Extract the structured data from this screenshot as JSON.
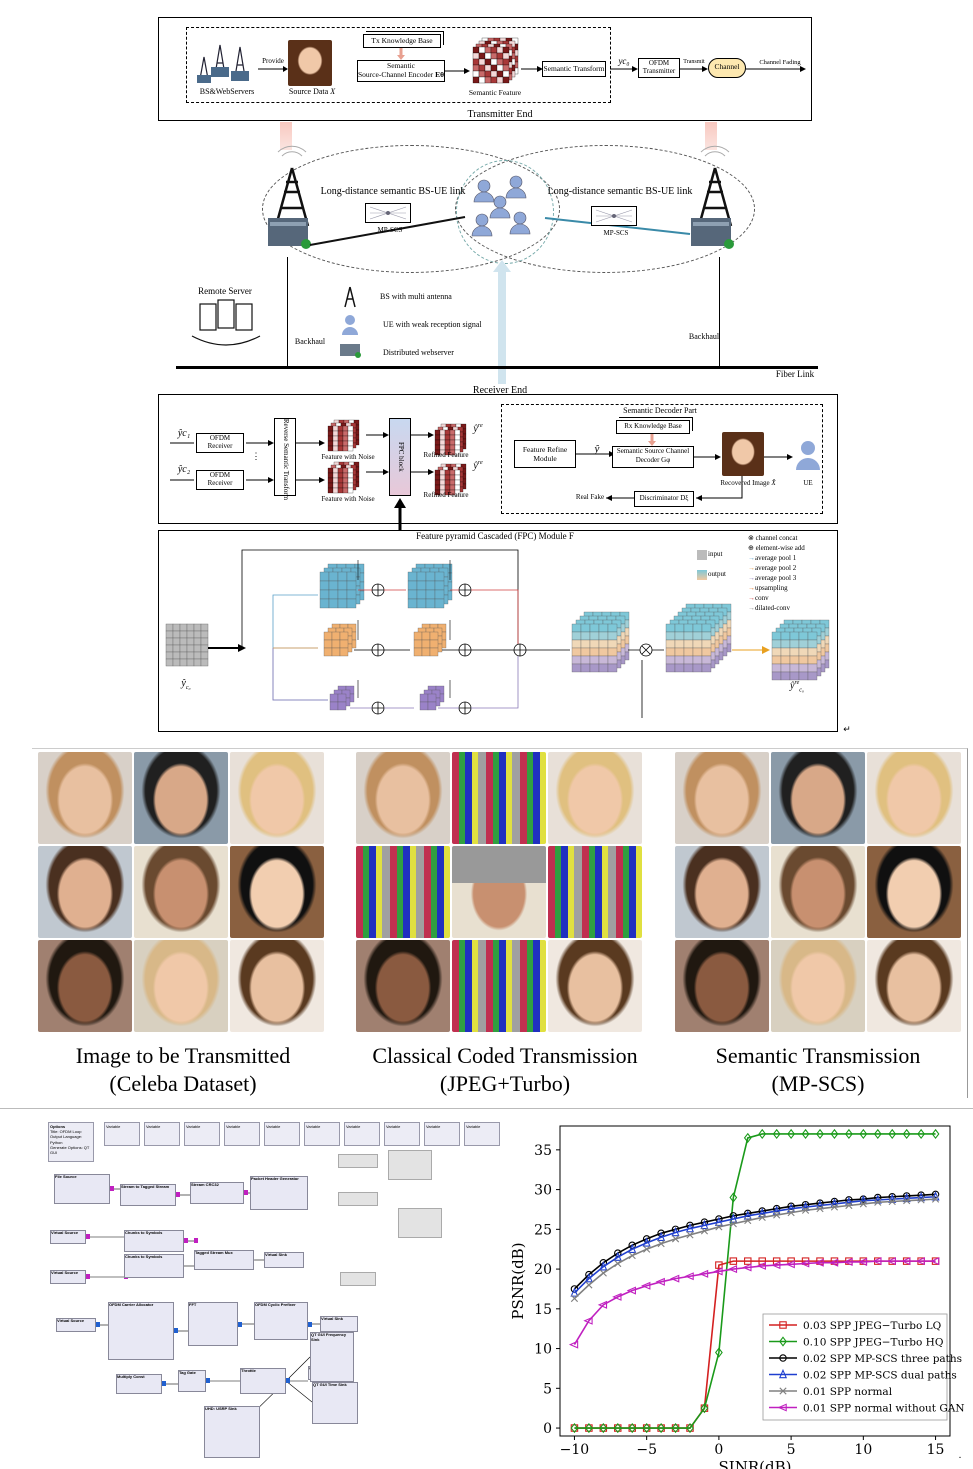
{
  "transmitter": {
    "title": "Transmitter End",
    "bs_webservers": "BS&WebServers",
    "provide": "Provide",
    "source_data": "Source Data",
    "source_var": "X",
    "tx_kb": "Tx Knowledge Base",
    "encoder_line1": "Semantic",
    "encoder_line2": "Source-Channel Encoder",
    "encoder_sub": "Eθ",
    "semantic_feature": "Semantic Feature",
    "semantic_transform": "Semantic Transform",
    "y_out": "yc₀",
    "ofdm_line1": "OFDM",
    "ofdm_line2": "Transmitter",
    "transmit": "Transmit",
    "channel": "Channel",
    "channel_fading": "Channel Fading"
  },
  "network": {
    "link_left": "Long-distance semantic BS-UE link",
    "link_right": "Long-distance semantic BS-UE link",
    "mpscs_left": "MP-SCS",
    "mpscs_right": "MP-SCS",
    "remote_server": "Remote Server",
    "backhaul_left": "Backhaul",
    "backhaul_right": "Backhaul",
    "fiber_link": "Fiber Link",
    "legend": [
      "BS with multi antenna",
      "UE with weak reception signal",
      "Distributed webserver"
    ]
  },
  "receiver": {
    "title": "Receiver End",
    "y1": "ŷc₁",
    "y2": "ŷc₂",
    "ofdm_rx": [
      "OFDM",
      "Receiver"
    ],
    "reverse_transform": "Reverse Semantic Transform",
    "feature_noise_1": "Feature with Noise",
    "feature_noise_2": "Feature with Noise",
    "fpc_block": "FPC block",
    "refined_1": "Refined Feature",
    "refined_2": "Refined Feature",
    "decoder_part": "Semantic Decoder Part",
    "rx_kb": "Rx Knowledge Base",
    "feature_refine": [
      "Feature Refine",
      "Module"
    ],
    "y_hat": "ŷ",
    "decoder": [
      "Semantic Source Channel",
      "Decoder Gφ"
    ],
    "recovered": "Recovered Image",
    "recovered_var": "X̂",
    "ue": "UE",
    "real_fake": "Real Fake",
    "discriminator": "Discriminator Dξ"
  },
  "fpc": {
    "title": "Feature pyramid Cascaded (FPC)  Module F",
    "input_label": "ŷc₀",
    "output_label": "ŷc₀ re",
    "legend_input": "input",
    "legend_output": "output",
    "legend_items": [
      "channel concat",
      "element-wise add",
      "average pool 1",
      "average pool 2",
      "average pool 3",
      "upsampling",
      "conv",
      "dilated-conv"
    ],
    "legend_colors": [
      "#5aa0c8",
      "#e09a4c",
      "#8a7ab8",
      "#e07020",
      "#d04040",
      "#888888"
    ]
  },
  "comparison": {
    "captions": [
      {
        "line1": "Image to be Transmitted",
        "line2": "(Celeba Dataset)"
      },
      {
        "line1": "Classical Coded Transmission",
        "line2": "(JPEG+Turbo)"
      },
      {
        "line1": "Semantic Transmission",
        "line2": "(MP-SCS)"
      }
    ]
  },
  "flowgraph": {
    "options_title": "Options",
    "variables": [
      "Variable",
      "Variable",
      "Variable",
      "Variable",
      "Variable",
      "Variable",
      "Variable",
      "Variable",
      "Variable",
      "Variable"
    ],
    "blocks": [
      "File Source",
      "Stream to Tagged Stream",
      "Stream CRC32",
      "Packet Header Generator",
      "Chunks to Symbols",
      "Chunks to Symbols",
      "Tagged Stream Mux",
      "Virtual Sink",
      "Virtual Source",
      "Virtual Source",
      "OFDM Carrier Allocator",
      "FFT",
      "OFDM Cyclic Prefixer",
      "Virtual Sink",
      "Virtual Source",
      "Multiply Const",
      "Tag Gate",
      "Throttle",
      "Virtual Sink",
      "QT GUI Frequency Sink",
      "QT GUI Time Sink",
      "UHD: USRP Sink"
    ]
  },
  "chart_data": {
    "type": "line",
    "xlabel": "SINR(dB)",
    "ylabel": "PSNR(dB)",
    "xlim": [
      -11,
      16
    ],
    "ylim": [
      -1,
      38
    ],
    "xticks": [
      -10,
      -5,
      0,
      5,
      10,
      15
    ],
    "yticks": [
      0,
      5,
      10,
      15,
      20,
      25,
      30,
      35
    ],
    "legend_position": "lower-right",
    "grid": false,
    "x": [
      -10,
      -9,
      -8,
      -7,
      -6,
      -5,
      -4,
      -3,
      -2,
      -1,
      0,
      1,
      2,
      3,
      4,
      5,
      6,
      7,
      8,
      9,
      10,
      11,
      12,
      13,
      14,
      15
    ],
    "series": [
      {
        "name": "0.03 SPP JPEG−Turbo LQ",
        "color": "#d42020",
        "marker": "square",
        "values": [
          0,
          0,
          0,
          0,
          0,
          0,
          0,
          0,
          0,
          2.5,
          20.5,
          21,
          21,
          21,
          21,
          21,
          21,
          21,
          21,
          21,
          21,
          21,
          21,
          21,
          21,
          21
        ]
      },
      {
        "name": "0.10 SPP JPEG−Turbo HQ",
        "color": "#1a9a1a",
        "marker": "diamond",
        "values": [
          0,
          0,
          0,
          0,
          0,
          0,
          0,
          0,
          0,
          2.5,
          9.5,
          29,
          36.5,
          37,
          37,
          37,
          37,
          37,
          37,
          37,
          37,
          37,
          37,
          37,
          37,
          37
        ]
      },
      {
        "name": "0.02 SPP MP-SCS three paths",
        "color": "#000000",
        "marker": "circle",
        "values": [
          17.5,
          19.3,
          20.8,
          22,
          23,
          23.8,
          24.5,
          25,
          25.5,
          25.9,
          26.3,
          26.7,
          27,
          27.3,
          27.6,
          27.9,
          28.1,
          28.3,
          28.5,
          28.7,
          28.8,
          29,
          29.1,
          29.2,
          29.3,
          29.4
        ]
      },
      {
        "name": "0.02 SPP MP-SCS dual paths",
        "color": "#1f3fd0",
        "marker": "triangle",
        "values": [
          17,
          18.8,
          20.3,
          21.5,
          22.5,
          23.3,
          24,
          24.6,
          25.1,
          25.5,
          25.9,
          26.3,
          26.7,
          27,
          27.3,
          27.6,
          27.8,
          28,
          28.2,
          28.4,
          28.6,
          28.7,
          28.8,
          28.9,
          29,
          29.1
        ]
      },
      {
        "name": "0.01 SPP normal",
        "color": "#808080",
        "marker": "x",
        "values": [
          16.3,
          18,
          19.5,
          20.7,
          21.7,
          22.5,
          23.2,
          23.8,
          24.3,
          24.8,
          25.3,
          25.7,
          26.1,
          26.5,
          26.8,
          27.1,
          27.4,
          27.6,
          27.8,
          28,
          28.2,
          28.4,
          28.5,
          28.6,
          28.7,
          28.8
        ]
      },
      {
        "name": "0.01 SPP normal without GAN",
        "color": "#c020c0",
        "marker": "tri-left",
        "values": [
          10.5,
          13.5,
          15.5,
          16.5,
          17.3,
          17.9,
          18.4,
          18.8,
          19.1,
          19.4,
          19.7,
          20,
          20.2,
          20.4,
          20.5,
          20.6,
          20.7,
          20.8,
          20.8,
          20.9,
          20.9,
          21,
          21,
          21,
          21,
          21
        ]
      }
    ]
  }
}
